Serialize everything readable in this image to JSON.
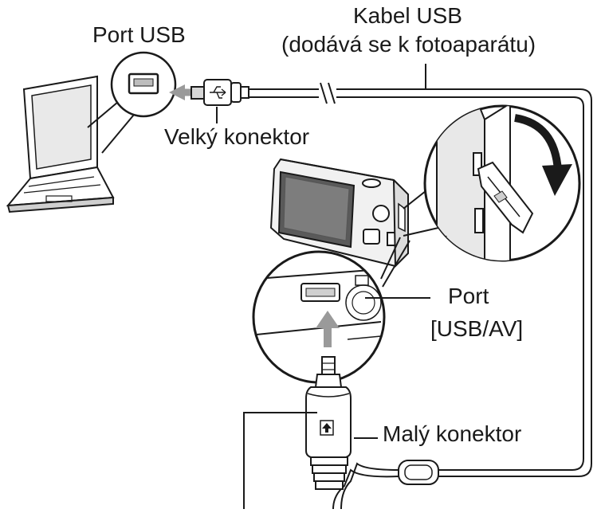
{
  "labels": {
    "usb_port": "Port USB",
    "cable_line1": "Kabel USB",
    "cable_line2": "(dodává se k fotoaparátu)",
    "large_connector": "Velký konektor",
    "port_av_line1": "Port",
    "port_av_line2": "[USB/AV]",
    "small_connector": "Malý konektor"
  },
  "colors": {
    "ink": "#1a1a1a",
    "gray": "#8f8f8f",
    "light_gray": "#c8c8c8",
    "background": "#ffffff"
  },
  "icons": {
    "usb_trident": "usb-icon",
    "rotate_arrow": "curved-arrow-icon",
    "insert_arrow": "up-arrow-icon"
  }
}
